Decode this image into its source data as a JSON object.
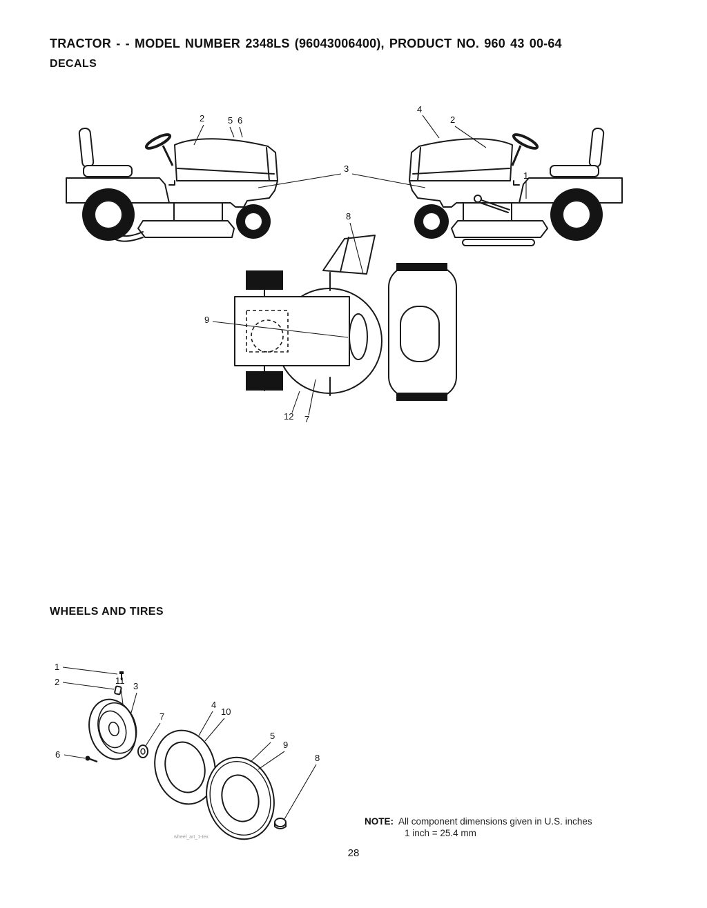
{
  "header": {
    "title": "TRACTOR - - MODEL NUMBER 2348LS (96043006400), PRODUCT NO. 960 43 00-64",
    "section": "DECALS"
  },
  "decals": {
    "callouts": {
      "left_hood": "2",
      "left_dash_a": "5",
      "left_dash_b": "6",
      "right_hood_top": "4",
      "right_hood": "2",
      "center_panel": "3",
      "right_fender": "1",
      "chute": "8",
      "engine": "9",
      "bottom_left": "12",
      "bottom_right": "7"
    }
  },
  "wheels": {
    "heading": "WHEELS AND TIRES",
    "callouts": {
      "cap_screw": "1",
      "valve_stem": "2",
      "rim_a": "11",
      "rim_b": "3",
      "washer": "7",
      "tire_inner_a": "4",
      "tire_inner_b": "10",
      "tire_outer_a": "5",
      "tire_outer_b": "9",
      "valve_cap": "8",
      "axle_bolt": "6"
    },
    "watermark": "wheel_art_1-tex"
  },
  "note": {
    "label": "NOTE:",
    "line1": "All component dimensions given in U.S. inches",
    "line2": "1 inch = 25.4 mm"
  },
  "footer": {
    "page_number": "28"
  }
}
